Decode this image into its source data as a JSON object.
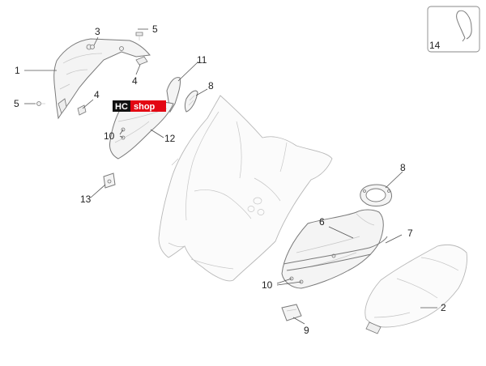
{
  "callouts": [
    {
      "id": "c1",
      "label": "1"
    },
    {
      "id": "c2",
      "label": "2"
    },
    {
      "id": "c3",
      "label": "3"
    },
    {
      "id": "c4a",
      "label": "4"
    },
    {
      "id": "c4b",
      "label": "4"
    },
    {
      "id": "c5a",
      "label": "5"
    },
    {
      "id": "c5b",
      "label": "5"
    },
    {
      "id": "c6",
      "label": "6"
    },
    {
      "id": "c7",
      "label": "7"
    },
    {
      "id": "c8a",
      "label": "8"
    },
    {
      "id": "c8b",
      "label": "8"
    },
    {
      "id": "c9",
      "label": "9"
    },
    {
      "id": "c10a",
      "label": "10"
    },
    {
      "id": "c10b",
      "label": "10"
    },
    {
      "id": "c11",
      "label": "11"
    },
    {
      "id": "c12",
      "label": "12"
    },
    {
      "id": "c13",
      "label": "13"
    },
    {
      "id": "c14",
      "label": "14"
    }
  ],
  "logo": {
    "hc": "HC",
    "shop": "shop",
    "hc_color": "#111111",
    "shop_color": "#e30613"
  },
  "colors": {
    "line": "#555555",
    "part_stroke": "#b8b8b8"
  }
}
